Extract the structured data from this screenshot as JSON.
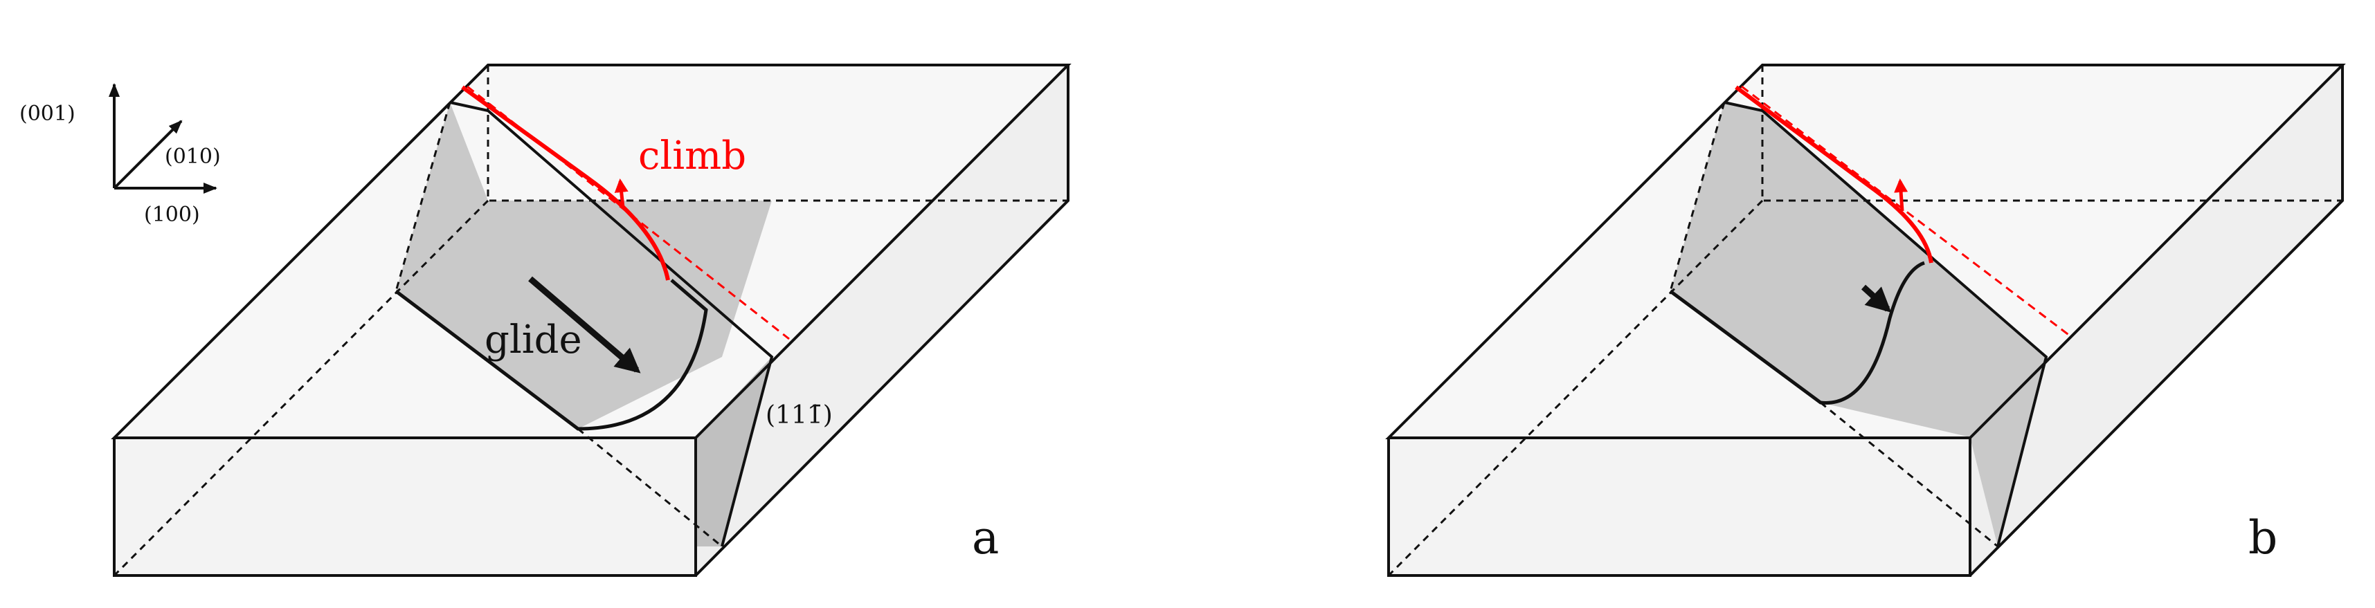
{
  "colors": {
    "background": "#ffffff",
    "box_face": "#f3f3f3",
    "box_top": "#f7f7f7",
    "slip_plane": "#c6c6c6",
    "outline": "#111111",
    "climb": "#ff0000"
  },
  "axes": {
    "z_label": "(001)",
    "y_label": "(010)",
    "x_label": "(100)"
  },
  "panel_a": {
    "label": "a",
    "climb_label": "climb",
    "glide_label": "glide",
    "plane_label": "(111̄)"
  },
  "panel_b": {
    "label": "b"
  }
}
